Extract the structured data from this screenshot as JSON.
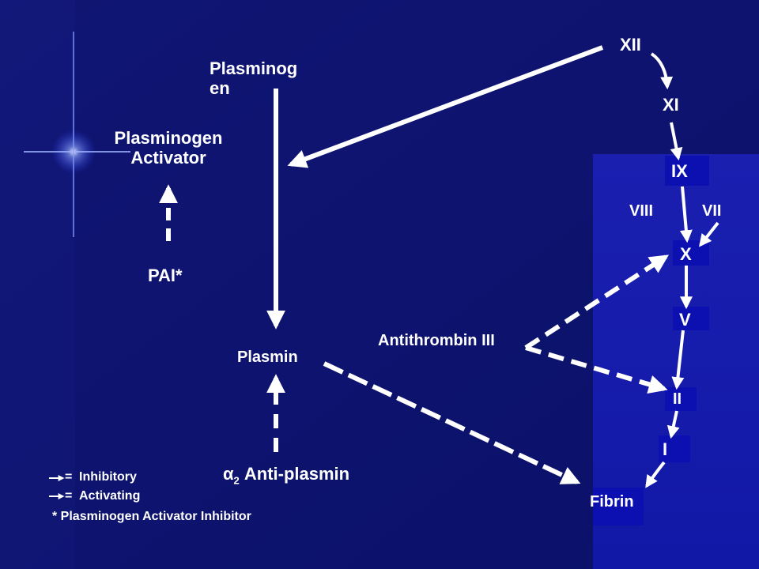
{
  "labels": {
    "plasminogen_line1": "Plasminog",
    "plasminogen_line2": "en",
    "activator_line1": "Plasminogen",
    "activator_line2": "Activator",
    "pai": "PAI*",
    "plasmin": "Plasmin",
    "alpha_symbol": "α",
    "alpha_sub": "2",
    "antiplasmin": " Anti-plasmin",
    "antithrombin": "Antithrombin III",
    "xii": "XII",
    "xi": "XI",
    "ix": "IX",
    "viii": "VIII",
    "vii": "VII",
    "x": "X",
    "v": "V",
    "ii": "II",
    "i": "I",
    "fibrin": "Fibrin"
  },
  "legend": {
    "inhibitory_symbol": "→ =",
    "inhibitory_text": "Inhibitory",
    "activating_symbol": "→ =",
    "activating_text": "Activating",
    "footnote": "* Plasminogen Activator Inhibitor"
  },
  "colors": {
    "background_dark": "#0a1060",
    "panel_blue": "#1018a8",
    "chip_blue": "#0d10b0",
    "text": "#ffffff",
    "arrow": "#ffffff"
  }
}
